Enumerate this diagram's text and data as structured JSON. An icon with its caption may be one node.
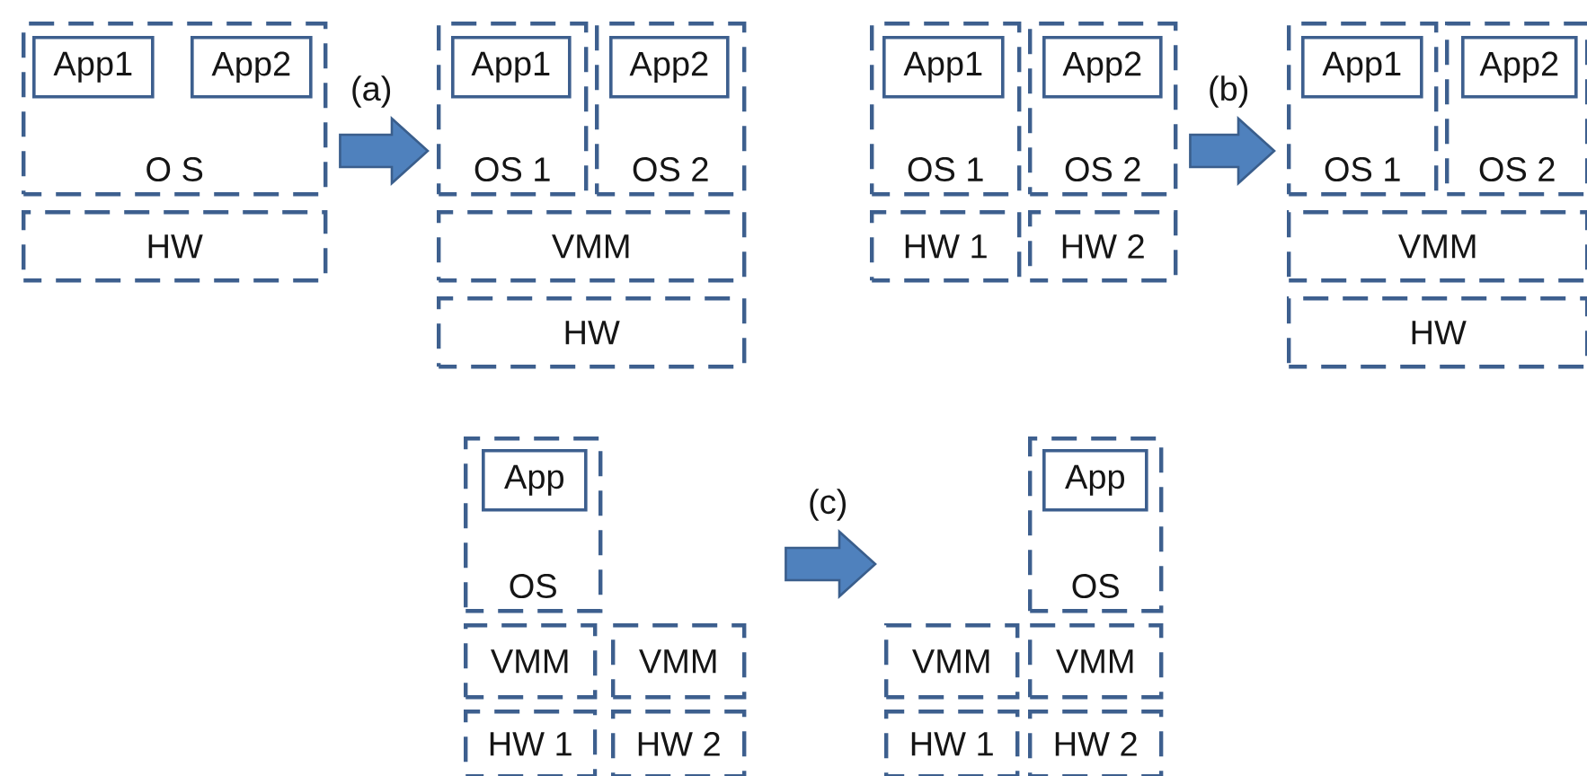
{
  "diagram": {
    "nodes": [
      {
        "text": [
          "O S"
        ]
      },
      {
        "text": [
          "App1"
        ],
        "in": 0
      },
      {
        "text": [
          "App2"
        ],
        "in": 0
      },
      {
        "text": [
          "HW"
        ]
      },
      {
        "text": [
          "OS 1"
        ]
      },
      {
        "text": [
          "App1"
        ],
        "in": 4
      },
      {
        "text": [
          "OS 2"
        ]
      },
      {
        "text": [
          "App2"
        ],
        "in": 6
      },
      {
        "text": [
          "VMM"
        ]
      },
      {
        "text": [
          "HW"
        ]
      },
      {
        "text": [
          "OS 1"
        ]
      },
      {
        "text": [
          "App1"
        ],
        "in": 10
      },
      {
        "text": [
          "OS 2"
        ]
      },
      {
        "text": [
          "App2"
        ],
        "in": 12
      },
      {
        "text": [
          "HW 1"
        ]
      },
      {
        "text": [
          "HW 2"
        ]
      },
      {
        "text": [
          "OS 1"
        ]
      },
      {
        "text": [
          "App1"
        ],
        "in": 16
      },
      {
        "text": [
          "OS 2"
        ]
      },
      {
        "text": [
          "App2"
        ],
        "in": 18
      },
      {
        "text": [
          "VMM"
        ]
      },
      {
        "text": [
          "HW"
        ]
      },
      {
        "text": [
          "OS"
        ]
      },
      {
        "text": [
          "App"
        ],
        "in": 22
      },
      {
        "text": [
          "VMM"
        ]
      },
      {
        "text": [
          "VMM"
        ]
      },
      {
        "text": [
          "HW 1"
        ]
      },
      {
        "text": [
          "HW 2"
        ]
      },
      {
        "text": [
          "OS"
        ]
      },
      {
        "text": [
          "App"
        ],
        "in": 28
      },
      {
        "text": [
          "VMM"
        ]
      },
      {
        "text": [
          "VMM"
        ]
      },
      {
        "text": [
          "HW 1"
        ]
      },
      {
        "text": [
          "HW 2"
        ]
      }
    ],
    "edges": [
      {
        "from": 0,
        "to": 4,
        "arrow": "to",
        "label": "(a)"
      },
      {
        "from": 12,
        "to": 16,
        "arrow": "to",
        "label": "(b)"
      },
      {
        "from": 25,
        "to": 30,
        "arrow": "to",
        "label": "(c)"
      }
    ]
  }
}
